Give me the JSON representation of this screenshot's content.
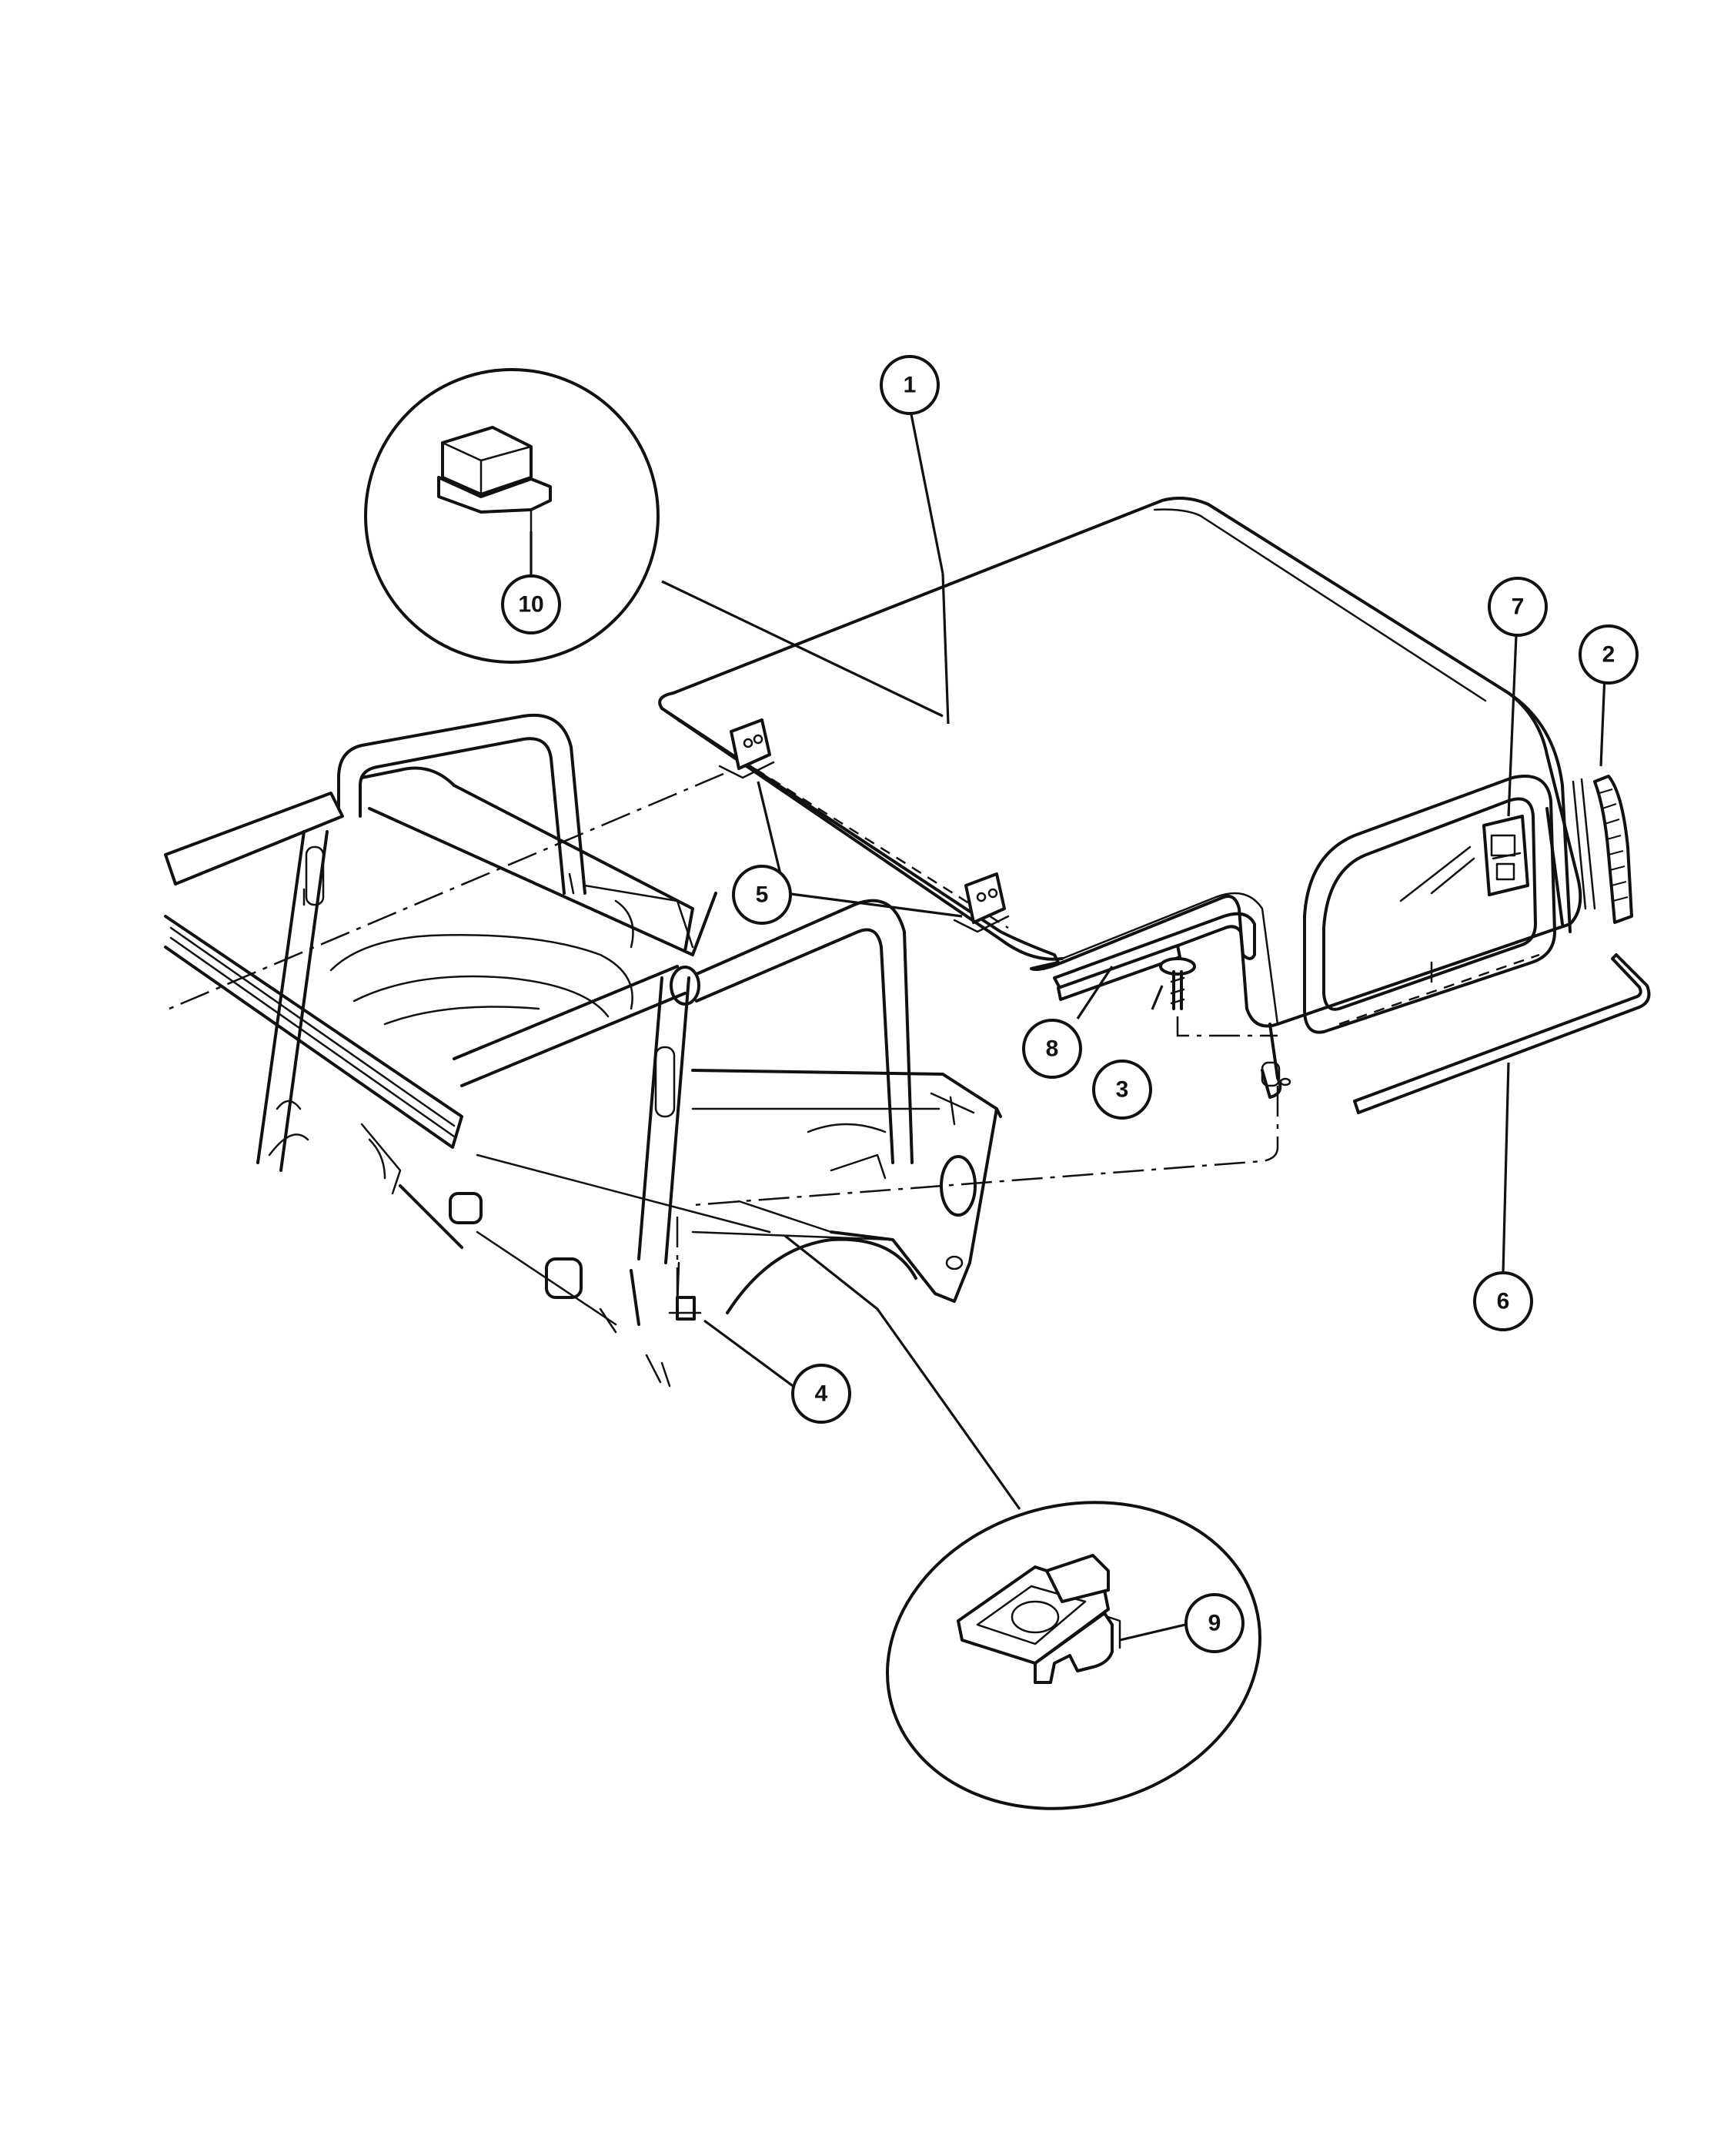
{
  "callouts": [
    {
      "id": "c1",
      "label": "1"
    },
    {
      "id": "c2",
      "label": "2"
    },
    {
      "id": "c3",
      "label": "3"
    },
    {
      "id": "c4",
      "label": "4"
    },
    {
      "id": "c5",
      "label": "5"
    },
    {
      "id": "c6",
      "label": "6"
    },
    {
      "id": "c7",
      "label": "7"
    },
    {
      "id": "c8",
      "label": "8"
    },
    {
      "id": "c9",
      "label": "9"
    },
    {
      "id": "c10",
      "label": "10"
    }
  ],
  "colors": {
    "ink": "#111111",
    "paper": "#ffffff"
  }
}
